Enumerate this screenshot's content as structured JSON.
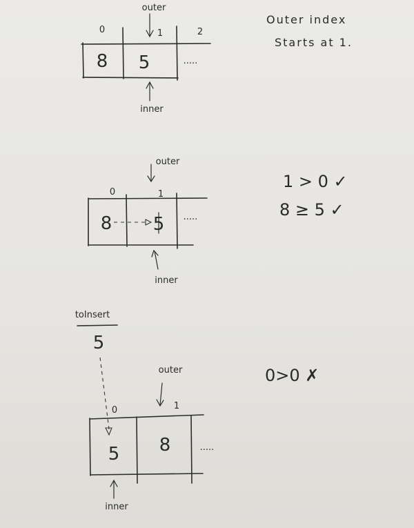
{
  "diagram_1": {
    "indices": [
      "0",
      "1",
      "2"
    ],
    "cells": [
      "8",
      "5"
    ],
    "ellipsis": ".....",
    "outer_label": "outer",
    "inner_label": "inner"
  },
  "note": {
    "line1": "Outer index",
    "line2": "Starts  at  1."
  },
  "diagram_2": {
    "indices": [
      "0",
      "1"
    ],
    "cells": [
      "8",
      "5"
    ],
    "ellipsis": ".....",
    "outer_label": "outer",
    "inner_label": "inner",
    "conditions": [
      "1 > 0 ✓",
      "8 ≥ 5 ✓"
    ]
  },
  "diagram_3": {
    "to_insert_label": "toInsert",
    "to_insert_value": "5",
    "indices": [
      "0",
      "1"
    ],
    "cells": [
      "5",
      "8"
    ],
    "ellipsis": ".....",
    "outer_label": "outer",
    "inner_label": "inner",
    "condition": "0>0 ✗"
  }
}
